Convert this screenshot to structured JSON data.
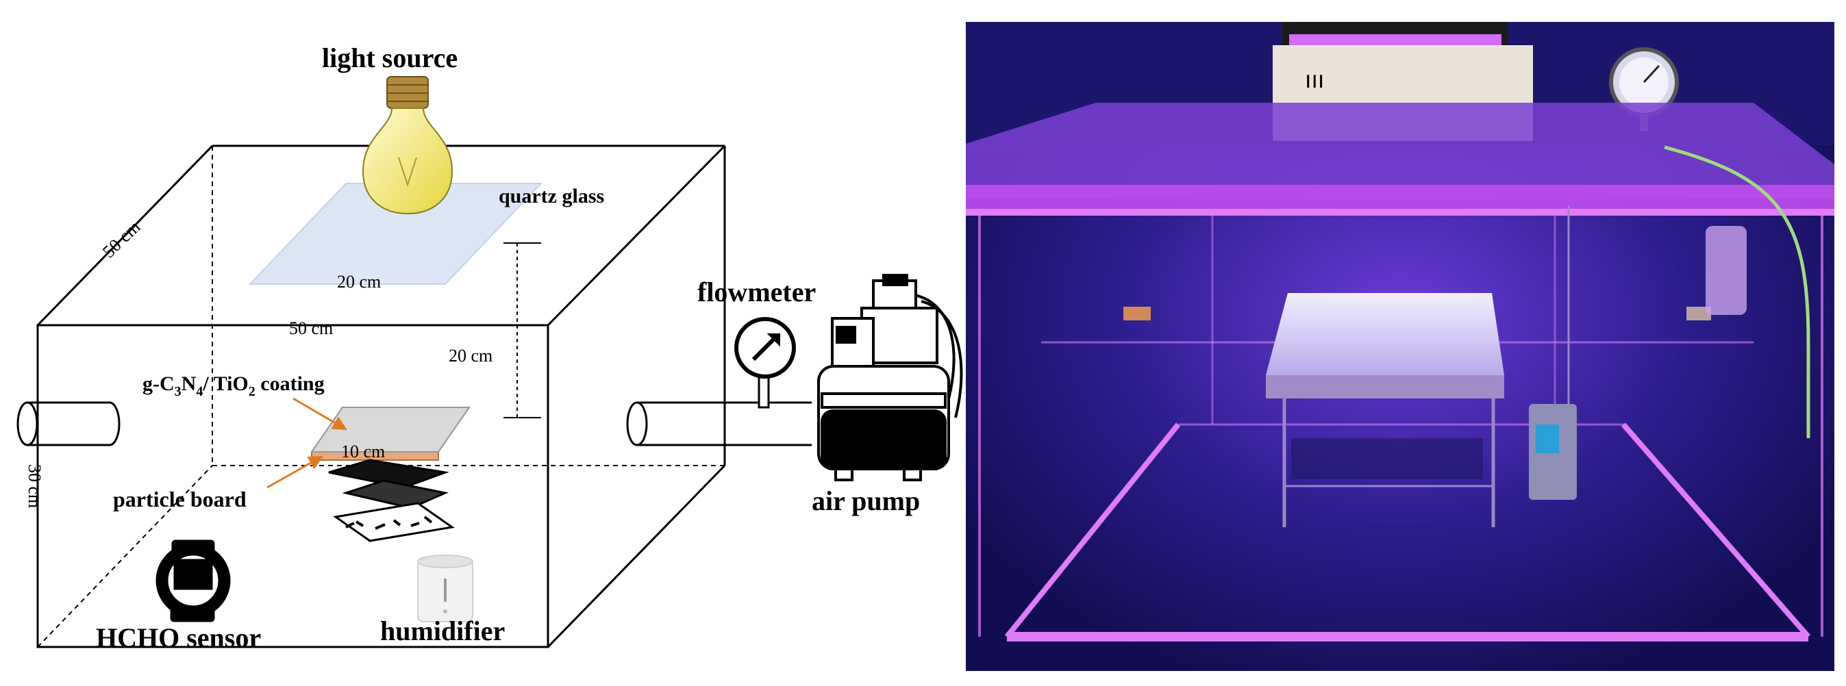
{
  "diagram": {
    "labels": {
      "light_source": "light source",
      "quartz_glass": "quartz glass",
      "depth_50": "50 cm",
      "glass_20": "20 cm",
      "width_50": "50 cm",
      "height_20": "20 cm",
      "coating_prefix": "g-C",
      "coating_sub1": "3",
      "coating_mid": "N",
      "coating_sub2": "4",
      "coating_mid2": "/ TiO",
      "coating_sub3": "2",
      "coating_suffix": " coating",
      "board_10": "10 cm",
      "particle_board": "particle board",
      "height_30": "30 cm",
      "flowmeter": "flowmeter",
      "air_pump": "air pump",
      "hcho_sensor": "HCHO sensor",
      "humidifier": "humidifier"
    },
    "colors": {
      "bulb": "#f4e86a",
      "bulb_base": "#b08a3a",
      "glass": "#dde6f4",
      "coating": "#d9d9d9",
      "board": "#e6a97e",
      "arrow": "#e07a1f"
    }
  },
  "photo": {
    "colors": {
      "background": "#1a1466",
      "glow": "#c04cf0",
      "edge": "#e07cf8"
    },
    "lamp_text": "ııı"
  }
}
